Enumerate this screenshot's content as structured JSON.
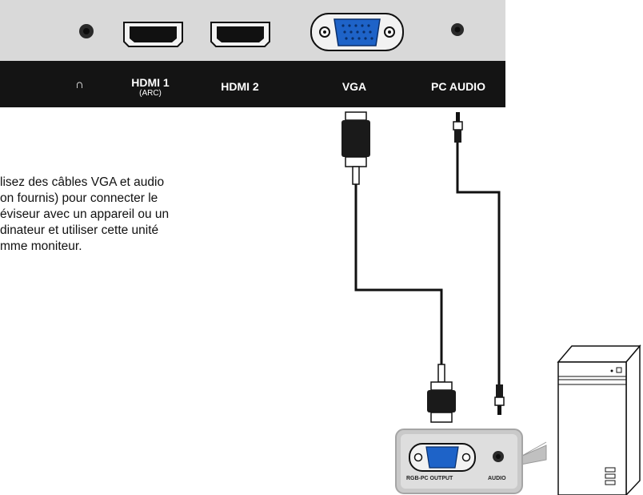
{
  "tv_ports": {
    "headphone": {
      "icon": "headphone-icon",
      "symbol": "∩"
    },
    "hdmi1": {
      "label": "HDMI 1",
      "sublabel": "(ARC)"
    },
    "hdmi2": {
      "label": "HDMI 2"
    },
    "vga": {
      "label": "VGA"
    },
    "pc_audio": {
      "label": "PC AUDIO"
    }
  },
  "instruction": {
    "lines": [
      "lisez des câbles VGA et audio",
      "on fournis) pour connecter le",
      "éviseur avec un appareil ou un",
      "dinateur et utiliser cette unité",
      "mme moniteur."
    ]
  },
  "pc_panel": {
    "rgb_label": "RGB-PC OUTPUT",
    "audio_label": "AUDIO"
  },
  "colors": {
    "tv_panel": "#d9d9d9",
    "label_bar": "#141414",
    "vga_blue": "#1e63c8",
    "cable": "#111111"
  }
}
